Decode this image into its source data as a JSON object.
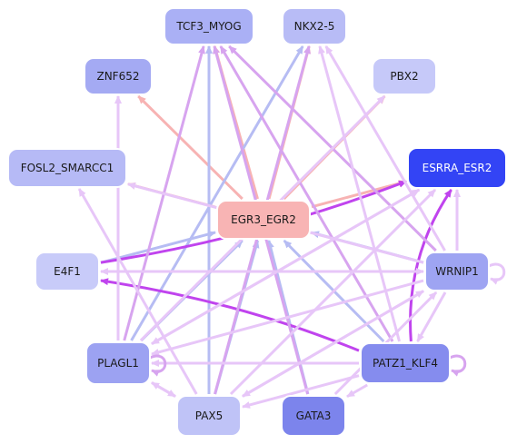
{
  "nodes": [
    {
      "id": "TCF3_MYOG",
      "label": "TCF3_MYOG",
      "color": "#aab0f5"
    },
    {
      "id": "NKX2-5",
      "label": "NKX2-5",
      "color": "#b8bcf6"
    },
    {
      "id": "ZNF652",
      "label": "ZNF652",
      "color": "#a4aaf3"
    },
    {
      "id": "PBX2",
      "label": "PBX2",
      "color": "#c6c9f9"
    },
    {
      "id": "FOSL2_SMARCC1",
      "label": "FOSL2_SMARCC1",
      "color": "#b6baf6"
    },
    {
      "id": "ESRRA_ESR2",
      "label": "ESRRA_ESR2",
      "color": "#3344f5",
      "light_text": true
    },
    {
      "id": "EGR3_EGR2",
      "label": "EGR3_EGR2",
      "color": "#f8b4b4"
    },
    {
      "id": "E4F1",
      "label": "E4F1",
      "color": "#c8cbf9"
    },
    {
      "id": "WRNIP1",
      "label": "WRNIP1",
      "color": "#9ea4f2"
    },
    {
      "id": "PLAGL1",
      "label": "PLAGL1",
      "color": "#9ca2f2"
    },
    {
      "id": "PATZ1_KLF4",
      "label": "PATZ1_KLF4",
      "color": "#858cee"
    },
    {
      "id": "PAX5",
      "label": "PAX5",
      "color": "#bfc3f7"
    },
    {
      "id": "GATA3",
      "label": "GATA3",
      "color": "#7c84ec"
    }
  ],
  "edges": [
    {
      "from": "EGR3_EGR2",
      "to": "ZNF652",
      "kind": "pink"
    },
    {
      "from": "EGR3_EGR2",
      "to": "TCF3_MYOG",
      "kind": "pink"
    },
    {
      "from": "EGR3_EGR2",
      "to": "NKX2-5",
      "kind": "pink"
    },
    {
      "from": "EGR3_EGR2",
      "to": "PBX2",
      "kind": "pink"
    },
    {
      "from": "EGR3_EGR2",
      "to": "FOSL2_SMARCC1",
      "kind": "pink"
    },
    {
      "from": "EGR3_EGR2",
      "to": "ESRRA_ESR2",
      "kind": "pink"
    },
    {
      "from": "E4F1",
      "to": "EGR3_EGR2",
      "kind": "blue"
    },
    {
      "from": "WRNIP1",
      "to": "EGR3_EGR2",
      "kind": "blue"
    },
    {
      "from": "PLAGL1",
      "to": "EGR3_EGR2",
      "kind": "blue"
    },
    {
      "from": "PAX5",
      "to": "EGR3_EGR2",
      "kind": "blue"
    },
    {
      "from": "GATA3",
      "to": "EGR3_EGR2",
      "kind": "blue"
    },
    {
      "from": "PATZ1_KLF4",
      "to": "EGR3_EGR2",
      "kind": "blue"
    },
    {
      "from": "PAX5",
      "to": "TCF3_MYOG",
      "kind": "blue"
    },
    {
      "from": "PLAGL1",
      "to": "NKX2-5",
      "kind": "blue"
    },
    {
      "from": "E4F1",
      "to": "ESRRA_ESR2",
      "kind": "purple"
    },
    {
      "from": "PATZ1_KLF4",
      "to": "ESRRA_ESR2",
      "kind": "purple"
    },
    {
      "from": "PATZ1_KLF4",
      "to": "E4F1",
      "kind": "purple"
    },
    {
      "from": "PLAGL1",
      "to": "TCF3_MYOG",
      "kind": "violet"
    },
    {
      "from": "PAX5",
      "to": "NKX2-5",
      "kind": "violet"
    },
    {
      "from": "PATZ1_KLF4",
      "to": "TCF3_MYOG",
      "kind": "violet"
    },
    {
      "from": "WRNIP1",
      "to": "TCF3_MYOG",
      "kind": "violet"
    },
    {
      "from": "GATA3",
      "to": "TCF3_MYOG",
      "kind": "violet"
    },
    {
      "from": "WRNIP1",
      "to": "NKX2-5",
      "kind": "lavender"
    },
    {
      "from": "PATZ1_KLF4",
      "to": "NKX2-5",
      "kind": "lavender"
    },
    {
      "from": "PLAGL1",
      "to": "PBX2",
      "kind": "lavender"
    },
    {
      "from": "WRNIP1",
      "to": "FOSL2_SMARCC1",
      "kind": "lavender"
    },
    {
      "from": "PAX5",
      "to": "FOSL2_SMARCC1",
      "kind": "lavender"
    },
    {
      "from": "WRNIP1",
      "to": "ESRRA_ESR2",
      "kind": "lavender"
    },
    {
      "from": "PAX5",
      "to": "ESRRA_ESR2",
      "kind": "lavender"
    },
    {
      "from": "PLAGL1",
      "to": "ESRRA_ESR2",
      "kind": "lavender"
    },
    {
      "from": "WRNIP1",
      "to": "E4F1",
      "kind": "lavender"
    },
    {
      "from": "PATZ1_KLF4",
      "to": "PLAGL1",
      "kind": "lavender"
    },
    {
      "from": "WRNIP1",
      "to": "PLAGL1",
      "kind": "lavender"
    },
    {
      "from": "PAX5",
      "to": "PLAGL1",
      "kind": "lavender"
    },
    {
      "from": "PATZ1_KLF4",
      "to": "PAX5",
      "kind": "lavender"
    },
    {
      "from": "WRNIP1",
      "to": "PAX5",
      "kind": "lavender"
    },
    {
      "from": "PLAGL1",
      "to": "PAX5",
      "kind": "lavender"
    },
    {
      "from": "PATZ1_KLF4",
      "to": "GATA3",
      "kind": "lavender"
    },
    {
      "from": "WRNIP1",
      "to": "PATZ1_KLF4",
      "kind": "lavender"
    },
    {
      "from": "GATA3",
      "to": "WRNIP1",
      "kind": "lavender"
    },
    {
      "from": "PLAGL1",
      "to": "ZNF652",
      "kind": "lavender"
    },
    {
      "from": "E4F1",
      "to": "WRNIP1",
      "kind": "lavender"
    },
    {
      "from": "PAX5",
      "to": "WRNIP1",
      "kind": "lavender"
    },
    {
      "from": "ESRRA_ESR2",
      "to": "PLAGL1",
      "kind": "lavender"
    },
    {
      "from": "PLAGL1",
      "to": "PLAGL1",
      "kind": "violet",
      "self": true
    },
    {
      "from": "PATZ1_KLF4",
      "to": "PATZ1_KLF4",
      "kind": "violet",
      "self": true
    },
    {
      "from": "WRNIP1",
      "to": "WRNIP1",
      "kind": "lavender",
      "self": true
    }
  ],
  "edge_colors": {
    "pink": "#f7b3b3",
    "blue": "#b6bcf3",
    "purple": "#c044ee",
    "violet": "#d7a4ef",
    "lavender": "#e7c6f8"
  }
}
